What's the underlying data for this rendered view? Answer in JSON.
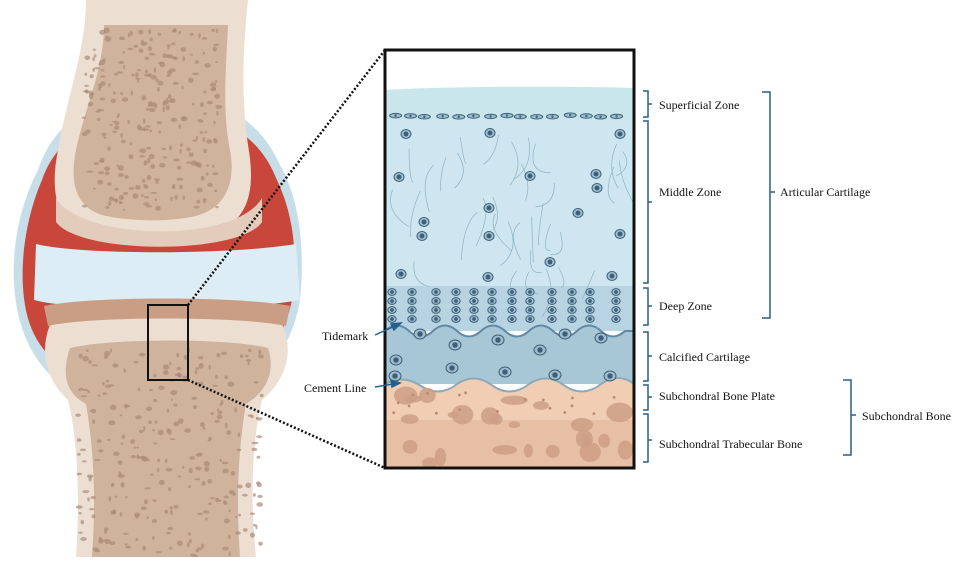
{
  "labels": {
    "superficial_zone": "Superficial Zone",
    "middle_zone": "Middle Zone",
    "deep_zone": "Deep Zone",
    "calcified_cartilage": "Calcified Cartilage",
    "subchondral_bone_plate": "Subchondral Bone Plate",
    "subchondral_trabecular_bone": "Subchondral Trabecular Bone",
    "articular_cartilage": "Articular Cartilage",
    "subchondral_bone": "Subchondral Bone",
    "tidemark": "Tidemark",
    "cement_line": "Cement Line"
  },
  "colors": {
    "bone_shaft": "#e7d5c6",
    "bone_spongy": "#cfb39c",
    "bone_pore": "#a98a77",
    "synovial_membrane": "#c9473a",
    "capsule": "#c7dde8",
    "joint_space": "#dcedf6",
    "superficial_zone": "#c9e6ec",
    "middle_zone": "#cde6f0",
    "deep_zone": "#b8d4e2",
    "calcified_cartilage": "#a8c7d6",
    "bone_plate": "#f0cdb3",
    "trabecular_bone": "#e7bfa4",
    "cell": "#3e5f77",
    "bracket": "#2d5f86",
    "arrow": "#23618f"
  }
}
